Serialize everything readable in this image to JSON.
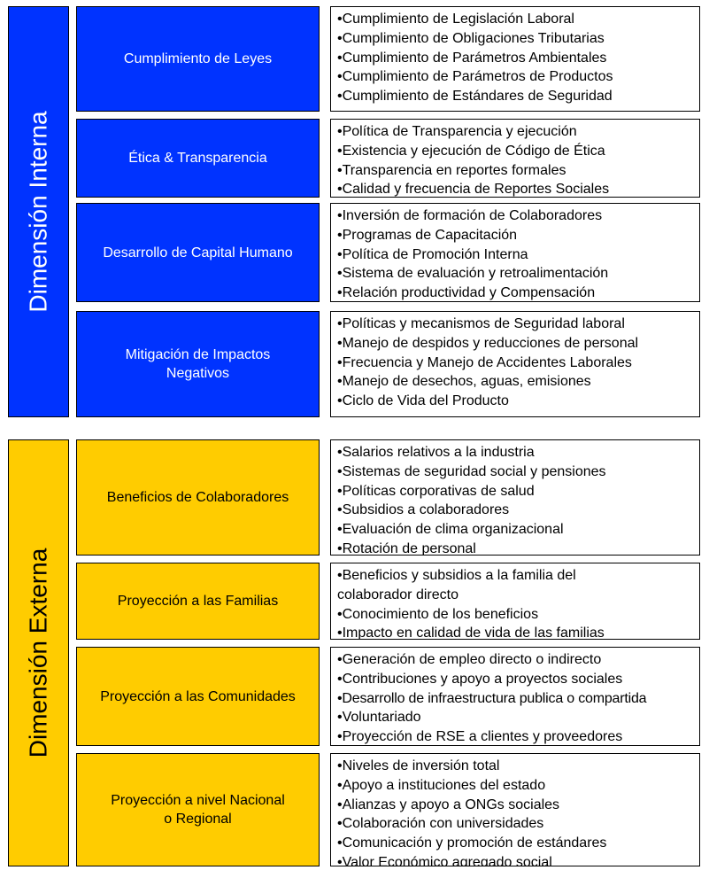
{
  "colors": {
    "interna": "#0033ff",
    "externa": "#ffcc00"
  },
  "dimensions": [
    {
      "label": "Dimensión Interna",
      "categories": [
        {
          "title": "Cumplimiento de Leyes",
          "items": [
            "•Cumplimiento de Legislación Laboral",
            "•Cumplimiento de Obligaciones Tributarias",
            "•Cumplimiento de Parámetros Ambientales",
            "•Cumplimiento de Parámetros de Productos",
            "•Cumplimiento de Estándares de Seguridad"
          ]
        },
        {
          "title": "Ética & Transparencia",
          "items": [
            "•Política de Transparencia y ejecución",
            "•Existencia y ejecución de Código de Ética",
            "•Transparencia en reportes formales",
            "•Calidad y frecuencia de Reportes Sociales"
          ]
        },
        {
          "title": "Desarrollo de Capital Humano",
          "items": [
            "•Inversión de formación de Colaboradores",
            "•Programas de Capacitación",
            "•Política de Promoción Interna",
            "•Sistema de evaluación y retroalimentación",
            "•Relación productividad y Compensación"
          ]
        },
        {
          "title": "Mitigación de Impactos\nNegativos",
          "items": [
            "•Políticas y mecanismos de Seguridad laboral",
            "•Manejo de despidos y reducciones de personal",
            "•Frecuencia y Manejo de Accidentes Laborales",
            "•Manejo de desechos, aguas, emisiones",
            "•Ciclo de Vida del Producto"
          ]
        }
      ]
    },
    {
      "label": "Dimensión Externa",
      "categories": [
        {
          "title": "Beneficios de Colaboradores",
          "items": [
            "•Salarios relativos a la industria",
            "•Sistemas de seguridad social y pensiones",
            "•Políticas corporativas de salud",
            "•Subsidios a colaboradores",
            "•Evaluación de clima organizacional",
            "•Rotación de personal"
          ]
        },
        {
          "title": "Proyección a las Familias",
          "items": [
            "•Beneficios y subsidios a la familia del",
            "colaborador directo",
            "•Conocimiento de los beneficios",
            "•Impacto en calidad de vida de las familias"
          ]
        },
        {
          "title": "Proyección a las Comunidades",
          "items": [
            "•Generación de empleo directo o indirecto",
            "•Contribuciones y apoyo a proyectos sociales",
            "•Desarrollo de infraestructura publica o compartida",
            "•Voluntariado",
            "•Proyección de RSE a clientes y proveedores"
          ]
        },
        {
          "title": "Proyección a nivel Nacional\no Regional",
          "items": [
            "•Niveles de inversión total",
            "•Apoyo a instituciones del estado",
            "•Alianzas y apoyo a ONGs sociales",
            "•Colaboración con universidades",
            "•Comunicación y promoción de estándares",
            "•Valor Económico agregado social"
          ]
        }
      ]
    }
  ]
}
